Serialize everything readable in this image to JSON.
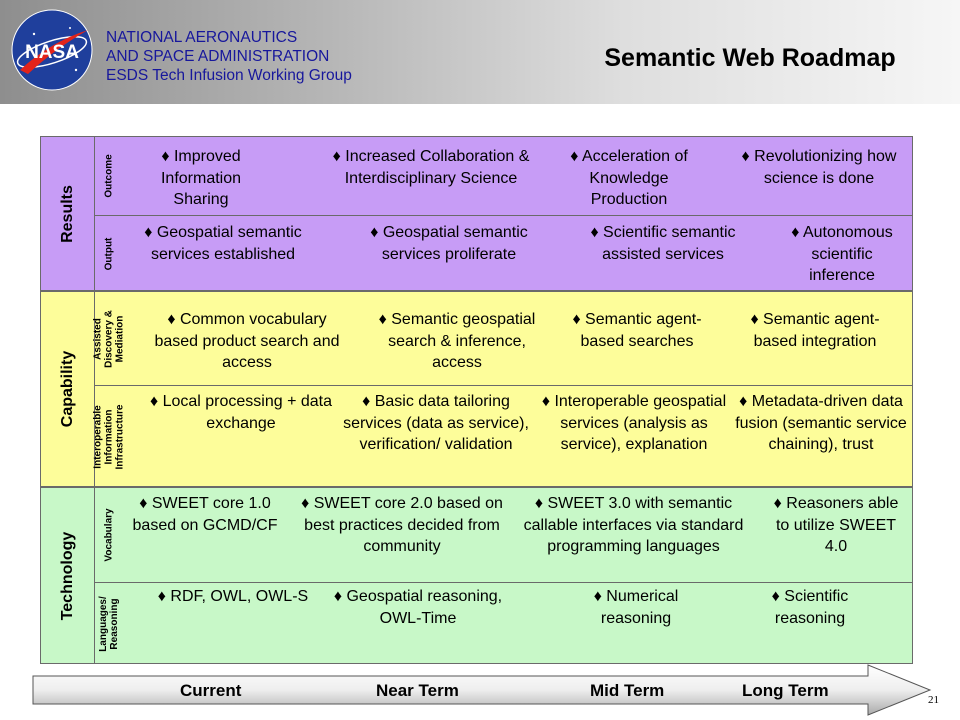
{
  "header": {
    "org_lines": [
      "NATIONAL AERONAUTICS",
      "AND SPACE ADMINISTRATION",
      "ESDS Tech Infusion Working Group"
    ],
    "logo_text": "NASA",
    "title": "Semantic Web Roadmap"
  },
  "colors": {
    "results": "#c79cf6",
    "capability": "#fdfd9a",
    "technology": "#c8f8c8"
  },
  "sections": [
    {
      "category": "Results",
      "rows": [
        {
          "label": "Outcome",
          "cells": [
            "♦ Improved Information Sharing",
            "♦ Increased Collaboration & Interdisciplinary Science",
            "♦ Acceleration of Knowledge Production",
            "♦ Revolutionizing how science is done"
          ]
        },
        {
          "label": "Output",
          "cells": [
            "♦ Geospatial semantic services established",
            "♦ Geospatial semantic services proliferate",
            "♦ Scientific semantic assisted services",
            "♦ Autonomous scientific inference"
          ]
        }
      ]
    },
    {
      "category": "Capability",
      "rows": [
        {
          "label": "Assisted Discovery & Mediation",
          "cells": [
            "♦ Common vocabulary based product search and access",
            "♦ Semantic geospatial search & inference, access",
            "♦ Semantic agent-based searches",
            "♦ Semantic agent-based integration"
          ]
        },
        {
          "label": "Interoperable Information Infrastructure",
          "cells": [
            "♦ Local processing + data exchange",
            "♦ Basic data tailoring services (data as service), verification/ validation",
            "♦ Interoperable geospatial services (analysis as service), explanation",
            "♦ Metadata-driven data fusion (semantic service chaining), trust"
          ]
        }
      ]
    },
    {
      "category": "Technology",
      "rows": [
        {
          "label": "Vocabulary",
          "cells": [
            "♦ SWEET core 1.0 based on GCMD/CF",
            "♦ SWEET core 2.0 based on best practices decided from community",
            "♦ SWEET 3.0 with semantic callable interfaces via standard programming languages",
            "♦ Reasoners able to utilize SWEET 4.0"
          ]
        },
        {
          "label": "Languages/ Reasoning",
          "cells": [
            "♦ RDF, OWL, OWL-S",
            "♦ Geospatial reasoning, OWL-Time",
            "♦ Numerical reasoning",
            "♦ Scientific reasoning"
          ]
        }
      ]
    }
  ],
  "timeline": [
    "Current",
    "Near Term",
    "Mid Term",
    "Long Term"
  ],
  "page_number": "21"
}
